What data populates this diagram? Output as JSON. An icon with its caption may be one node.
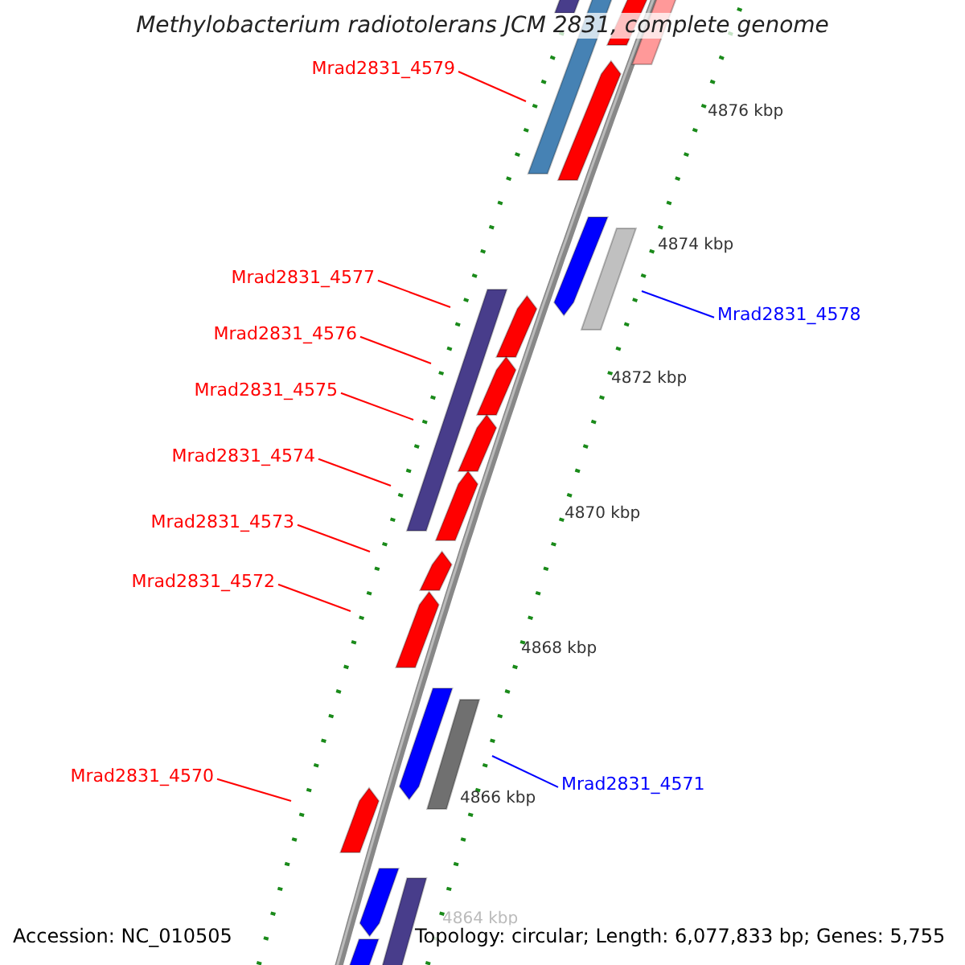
{
  "diagram": {
    "title": "Methylobacterium radiotolerans JCM 2831, complete genome",
    "nodes": [
      {
        "text": [
          "Mrad2831_4579"
        ]
      },
      {
        "text": [
          "Mrad2831_4577"
        ]
      },
      {
        "text": [
          "Mrad2831_4578"
        ]
      },
      {
        "text": [
          "Mrad2831_4576"
        ]
      },
      {
        "text": [
          "Mrad2831_4575"
        ]
      },
      {
        "text": [
          "Mrad2831_4574"
        ]
      },
      {
        "text": [
          "Mrad2831_4573"
        ]
      },
      {
        "text": [
          "Mrad2831_4572"
        ]
      },
      {
        "text": [
          "Mrad2831_4570"
        ]
      },
      {
        "text": [
          "Mrad2831_4571"
        ]
      }
    ],
    "edges": [
      {
        "from": 0,
        "to": null,
        "arrow": "none"
      },
      {
        "from": 1,
        "to": null,
        "arrow": "none"
      },
      {
        "from": 2,
        "to": null,
        "arrow": "none",
        "color": "#0000ff"
      },
      {
        "from": 3,
        "to": null,
        "arrow": "none"
      },
      {
        "from": 4,
        "to": null,
        "arrow": "none"
      },
      {
        "from": 5,
        "to": null,
        "arrow": "none"
      },
      {
        "from": 6,
        "to": null,
        "arrow": "none"
      },
      {
        "from": 7,
        "to": null,
        "arrow": "none"
      },
      {
        "from": 8,
        "to": null,
        "arrow": "none"
      },
      {
        "from": 9,
        "to": null,
        "arrow": "none",
        "color": "#0000ff"
      }
    ],
    "labels": [
      "4876 kbp",
      "4874 kbp",
      "4872 kbp",
      "4870 kbp",
      "4868 kbp",
      "4866 kbp",
      "4864 kbp",
      "Accession: NC_010505",
      "Topology: circular; Length: 6,077,833 bp; Genes: 5,755"
    ]
  }
}
